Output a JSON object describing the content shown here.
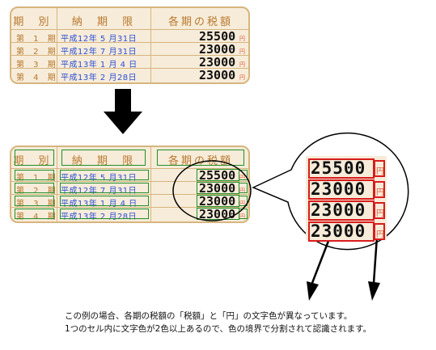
{
  "headers": {
    "term": "期 別",
    "due": "納 期 限",
    "tax": "各期の税額"
  },
  "rows": [
    {
      "term": "第 1 期",
      "date": "平成12年 5 月31日",
      "amount": "25500",
      "yen": "円"
    },
    {
      "term": "第 2 期",
      "date": "平成12年 7 月31日",
      "amount": "23000",
      "yen": "円"
    },
    {
      "term": "第 3 期",
      "date": "平成13年 1 月 4 日",
      "amount": "23000",
      "yen": "円"
    },
    {
      "term": "第 4 期",
      "date": "平成13年 2 月28日",
      "amount": "23000",
      "yen": "円"
    }
  ],
  "caption": {
    "line1": "この例の場合、各期の税額の「税額」と「円」の文字色が異なっています。",
    "line2": "1つのセル内に文字色が2色以上あるので、色の境界で分割されて認識されます。"
  },
  "colors": {
    "table_bg": "#f7ecd9",
    "border": "#d6b57e",
    "green_box": "#1e8f2a",
    "red_box": "#d81c1c",
    "date_text": "#2b4fd8"
  }
}
